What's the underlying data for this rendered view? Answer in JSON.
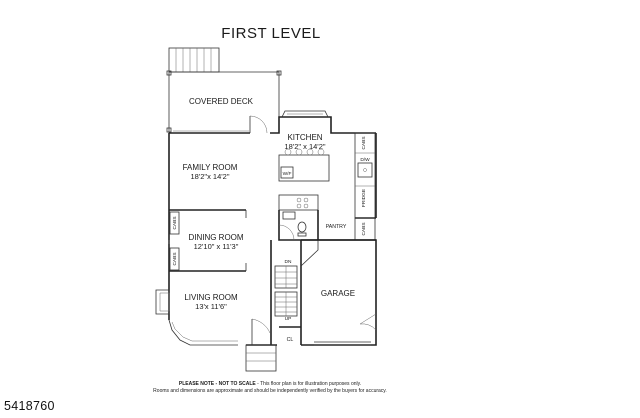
{
  "title": "FIRST LEVEL",
  "rooms": {
    "covered_deck": {
      "name": "COVERED DECK"
    },
    "kitchen": {
      "name": "KITCHEN",
      "dims": "18'2\" x 14'2\""
    },
    "family_room": {
      "name": "FAMILY ROOM",
      "dims": "18'2\"x 14'2\""
    },
    "dining_room": {
      "name": "DINING ROOM",
      "dims": "12'10\" x 11'3\""
    },
    "living_room": {
      "name": "LIVING ROOM",
      "dims": "13'x 11'6\""
    },
    "garage": {
      "name": "GARAGE"
    },
    "pantry": {
      "name": "PANTRY"
    },
    "closet": {
      "name": "CL"
    }
  },
  "fixtures": {
    "cabs": "CABS",
    "dw": "D/W",
    "fridge": "FRIDGE",
    "wf": "W/F",
    "stairs_down": "DN",
    "stairs_up": "UP"
  },
  "footer": {
    "note_bold": "PLEASE NOTE - NOT TO SCALE",
    "note_rest": " - This floor plan is for illustration purposes only.",
    "note_line2": "Rooms and dimensions are approximate and should be independently verified by the buyers for accuracy."
  },
  "listing_id": "5418760"
}
